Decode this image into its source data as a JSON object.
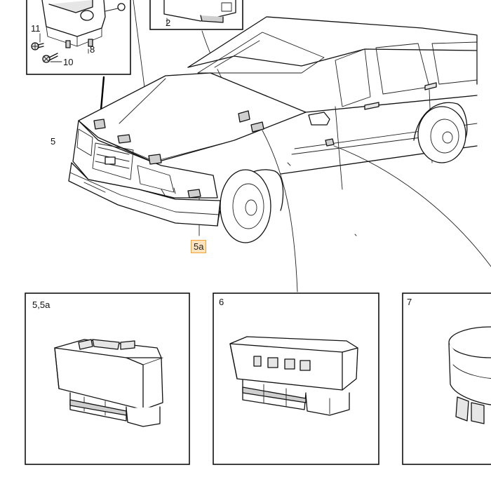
{
  "callouts": {
    "c11": "11",
    "c10": "10",
    "c8": "8",
    "c2": "2",
    "c5": "5",
    "c5a": "5a"
  },
  "panels": [
    {
      "id": "p55a",
      "label": "5,5a"
    },
    {
      "id": "p6",
      "label": "6"
    },
    {
      "id": "p7",
      "label": "7"
    }
  ],
  "highlight": {
    "color": "#f2a233",
    "fill": "#fbe3bf"
  }
}
